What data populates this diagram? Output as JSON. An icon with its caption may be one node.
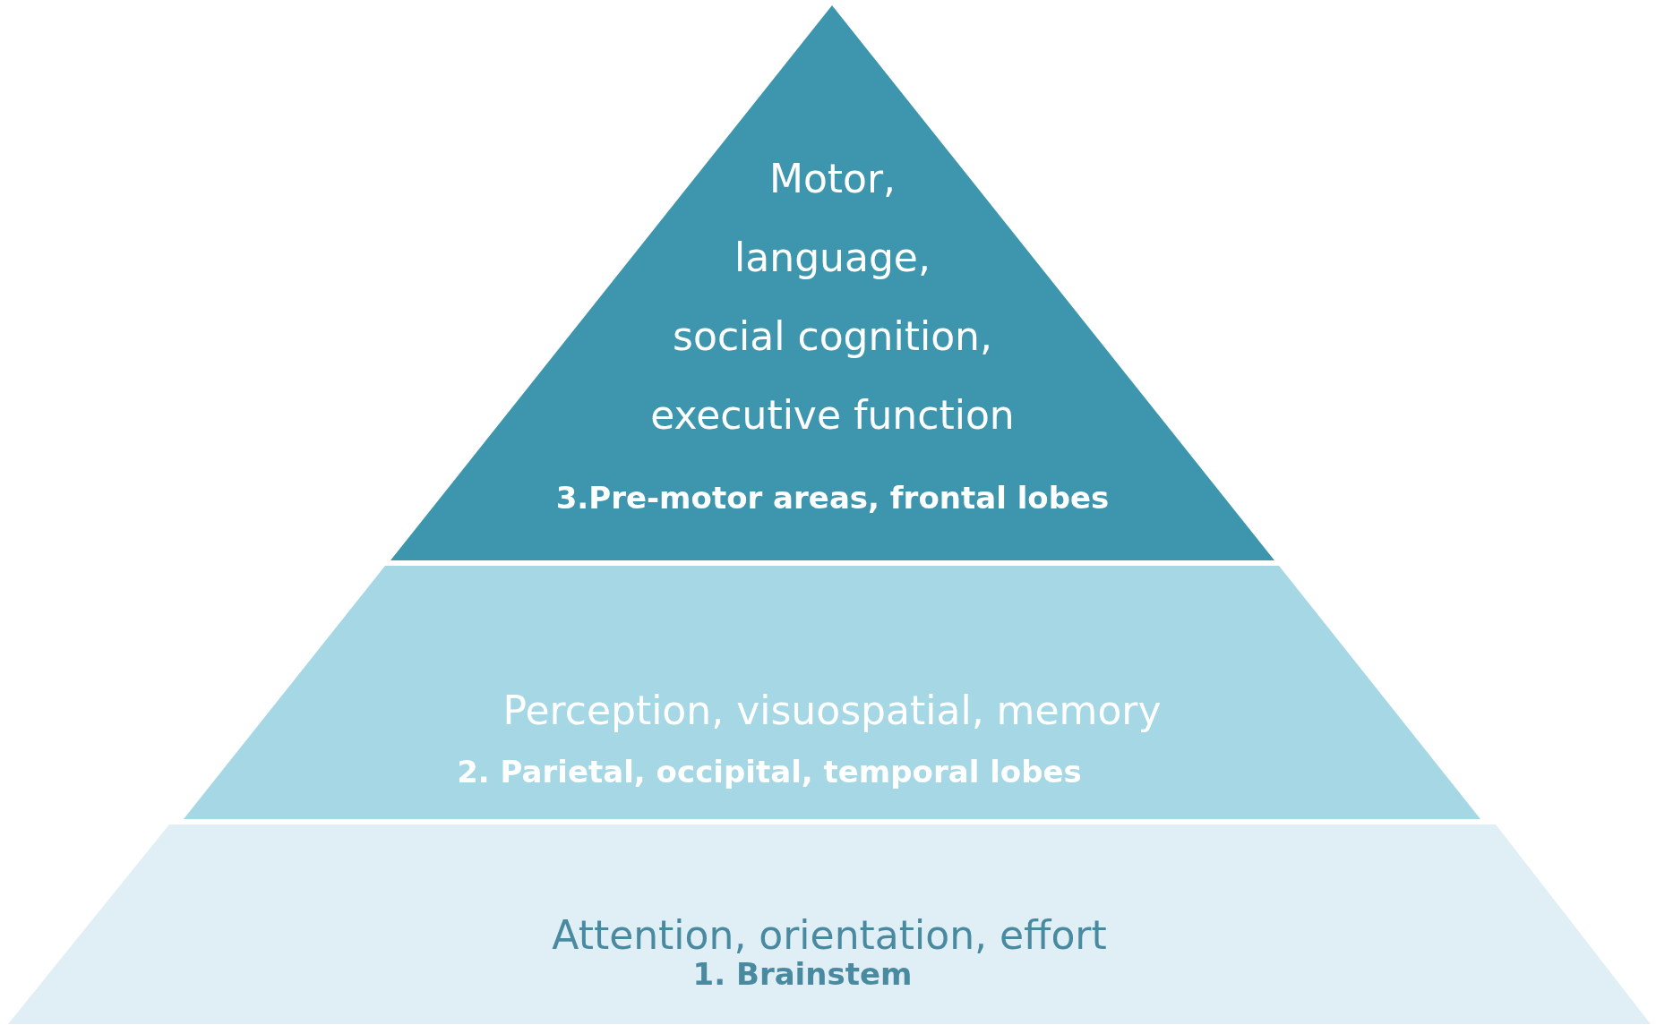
{
  "diagram": {
    "nodes": [
      {
        "text": [
          "Motor, language, social cognition, executive function",
          "3.Pre-motor areas, frontal lobes"
        ]
      },
      {
        "text": [
          "Perception, visuospatial, memory",
          "2. Parietal, occipital, temporal lobes"
        ]
      },
      {
        "text": [
          "Attention, orientation, effort",
          "1. Brainstem"
        ]
      }
    ]
  }
}
